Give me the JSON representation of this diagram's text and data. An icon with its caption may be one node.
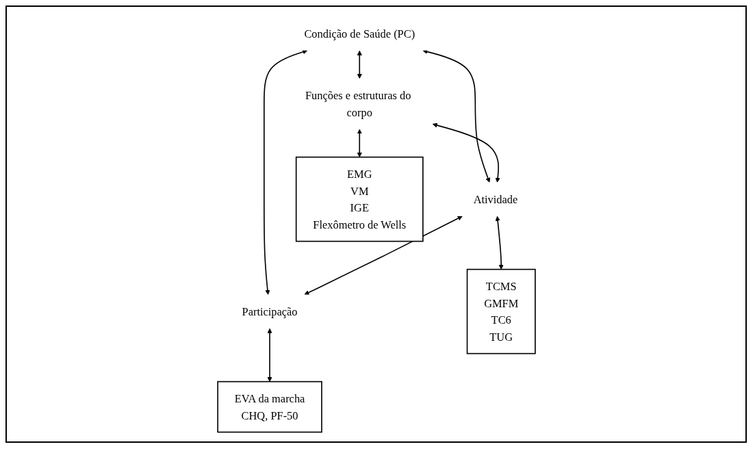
{
  "diagram": {
    "nodes": [
      {
        "text": [
          "Condição de Saúde (PC)"
        ]
      },
      {
        "text": [
          "Funções e estruturas do corpo"
        ]
      },
      {
        "text": [
          "Atividade"
        ]
      },
      {
        "text": [
          "Participação"
        ]
      },
      {
        "text": [
          "EMG",
          "VM",
          "IGE",
          "Flexômetro de Wells"
        ]
      },
      {
        "text": [
          "TCMS",
          "GMFM",
          "TC6",
          "TUG"
        ]
      },
      {
        "text": [
          "EVA da marcha",
          "CHQ, PF-50"
        ]
      }
    ],
    "edges": [
      {
        "from": 0,
        "to": 1,
        "arrow": "both"
      },
      {
        "from": 0,
        "to": 2,
        "arrow": "both"
      },
      {
        "from": 0,
        "to": 3,
        "arrow": "both"
      },
      {
        "from": 1,
        "to": 2,
        "arrow": "both"
      },
      {
        "from": 2,
        "to": 3,
        "arrow": "both"
      },
      {
        "from": 1,
        "to": 4,
        "arrow": "both"
      },
      {
        "from": 2,
        "to": 5,
        "arrow": "both"
      },
      {
        "from": 3,
        "to": 6,
        "arrow": "both"
      }
    ]
  }
}
